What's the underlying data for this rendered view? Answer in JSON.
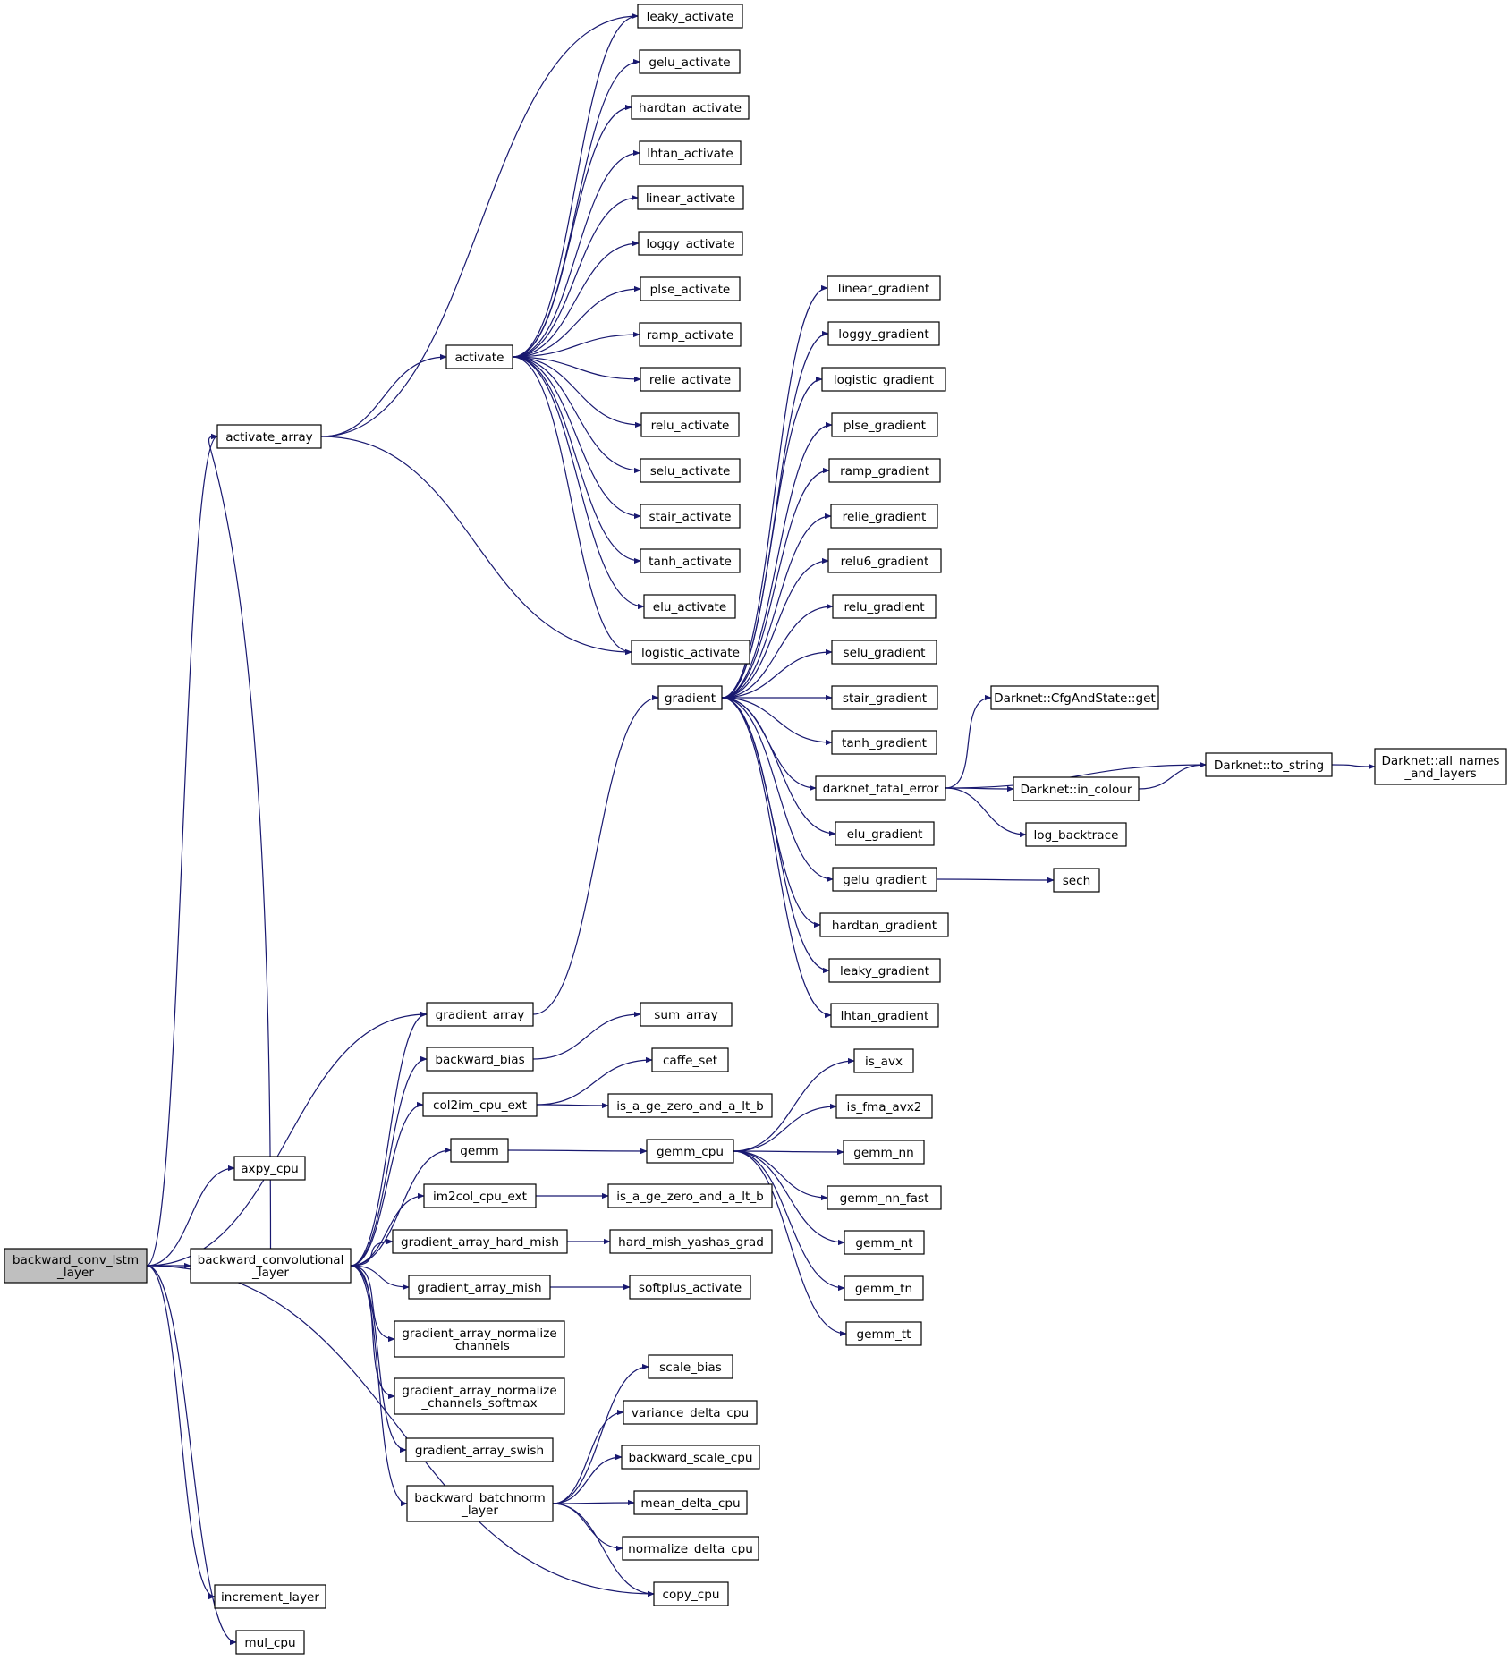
{
  "colors": {
    "edge": "#191970",
    "root_fill": "#bfbfbf",
    "node_fill": "#ffffff",
    "node_stroke": "#000000"
  },
  "root": "backward_conv_lstm_layer",
  "nodes": {
    "backward_conv_lstm_layer": [
      "backward_conv_lstm",
      "_layer"
    ],
    "activate_array": [
      "activate_array"
    ],
    "axpy_cpu": [
      "axpy_cpu"
    ],
    "backward_convolutional_layer": [
      "backward_convolutional",
      "_layer"
    ],
    "increment_layer": [
      "increment_layer"
    ],
    "mul_cpu": [
      "mul_cpu"
    ],
    "activate": [
      "activate"
    ],
    "gradient_array": [
      "gradient_array"
    ],
    "backward_bias": [
      "backward_bias"
    ],
    "col2im_cpu_ext": [
      "col2im_cpu_ext"
    ],
    "gemm": [
      "gemm"
    ],
    "im2col_cpu_ext": [
      "im2col_cpu_ext"
    ],
    "gradient_array_hard_mish": [
      "gradient_array_hard_mish"
    ],
    "gradient_array_mish": [
      "gradient_array_mish"
    ],
    "gradient_array_normalize_channels": [
      "gradient_array_normalize",
      "_channels"
    ],
    "gradient_array_normalize_channels_softmax": [
      "gradient_array_normalize",
      "_channels_softmax"
    ],
    "gradient_array_swish": [
      "gradient_array_swish"
    ],
    "backward_batchnorm_layer": [
      "backward_batchnorm",
      "_layer"
    ],
    "leaky_activate": [
      "leaky_activate"
    ],
    "gelu_activate": [
      "gelu_activate"
    ],
    "hardtan_activate": [
      "hardtan_activate"
    ],
    "lhtan_activate": [
      "lhtan_activate"
    ],
    "linear_activate": [
      "linear_activate"
    ],
    "loggy_activate": [
      "loggy_activate"
    ],
    "plse_activate": [
      "plse_activate"
    ],
    "ramp_activate": [
      "ramp_activate"
    ],
    "relie_activate": [
      "relie_activate"
    ],
    "relu_activate": [
      "relu_activate"
    ],
    "selu_activate": [
      "selu_activate"
    ],
    "stair_activate": [
      "stair_activate"
    ],
    "tanh_activate": [
      "tanh_activate"
    ],
    "elu_activate": [
      "elu_activate"
    ],
    "logistic_activate": [
      "logistic_activate"
    ],
    "gradient": [
      "gradient"
    ],
    "sum_array": [
      "sum_array"
    ],
    "caffe_set": [
      "caffe_set"
    ],
    "is_a_ge_zero_and_a_lt_b_1": [
      "is_a_ge_zero_and_a_lt_b"
    ],
    "gemm_cpu": [
      "gemm_cpu"
    ],
    "is_a_ge_zero_and_a_lt_b_2": [
      "is_a_ge_zero_and_a_lt_b"
    ],
    "hard_mish_yashas_grad": [
      "hard_mish_yashas_grad"
    ],
    "softplus_activate": [
      "softplus_activate"
    ],
    "scale_bias": [
      "scale_bias"
    ],
    "variance_delta_cpu": [
      "variance_delta_cpu"
    ],
    "backward_scale_cpu": [
      "backward_scale_cpu"
    ],
    "mean_delta_cpu": [
      "mean_delta_cpu"
    ],
    "normalize_delta_cpu": [
      "normalize_delta_cpu"
    ],
    "copy_cpu": [
      "copy_cpu"
    ],
    "linear_gradient": [
      "linear_gradient"
    ],
    "loggy_gradient": [
      "loggy_gradient"
    ],
    "logistic_gradient": [
      "logistic_gradient"
    ],
    "plse_gradient": [
      "plse_gradient"
    ],
    "ramp_gradient": [
      "ramp_gradient"
    ],
    "relie_gradient": [
      "relie_gradient"
    ],
    "relu6_gradient": [
      "relu6_gradient"
    ],
    "relu_gradient": [
      "relu_gradient"
    ],
    "selu_gradient": [
      "selu_gradient"
    ],
    "stair_gradient": [
      "stair_gradient"
    ],
    "tanh_gradient": [
      "tanh_gradient"
    ],
    "darknet_fatal_error": [
      "darknet_fatal_error"
    ],
    "elu_gradient": [
      "elu_gradient"
    ],
    "gelu_gradient": [
      "gelu_gradient"
    ],
    "hardtan_gradient": [
      "hardtan_gradient"
    ],
    "leaky_gradient": [
      "leaky_gradient"
    ],
    "lhtan_gradient": [
      "lhtan_gradient"
    ],
    "is_avx": [
      "is_avx"
    ],
    "is_fma_avx2": [
      "is_fma_avx2"
    ],
    "gemm_nn": [
      "gemm_nn"
    ],
    "gemm_nn_fast": [
      "gemm_nn_fast"
    ],
    "gemm_nt": [
      "gemm_nt"
    ],
    "gemm_tn": [
      "gemm_tn"
    ],
    "gemm_tt": [
      "gemm_tt"
    ],
    "cfg_get": [
      "Darknet::CfgAndState::get"
    ],
    "in_colour": [
      "Darknet::in_colour"
    ],
    "log_backtrace": [
      "log_backtrace"
    ],
    "to_string": [
      "Darknet::to_string"
    ],
    "sech": [
      "sech"
    ],
    "all_names_and_layers": [
      "Darknet::all_names",
      "_and_layers"
    ]
  },
  "edges": [
    [
      "backward_conv_lstm_layer",
      "activate_array"
    ],
    [
      "backward_conv_lstm_layer",
      "axpy_cpu"
    ],
    [
      "backward_conv_lstm_layer",
      "backward_convolutional_layer"
    ],
    [
      "backward_conv_lstm_layer",
      "gradient_array"
    ],
    [
      "backward_conv_lstm_layer",
      "copy_cpu"
    ],
    [
      "backward_conv_lstm_layer",
      "increment_layer"
    ],
    [
      "backward_conv_lstm_layer",
      "mul_cpu"
    ],
    [
      "activate_array",
      "activate"
    ],
    [
      "activate_array",
      "leaky_activate"
    ],
    [
      "activate_array",
      "logistic_activate"
    ],
    [
      "activate",
      "leaky_activate"
    ],
    [
      "activate",
      "gelu_activate"
    ],
    [
      "activate",
      "hardtan_activate"
    ],
    [
      "activate",
      "lhtan_activate"
    ],
    [
      "activate",
      "linear_activate"
    ],
    [
      "activate",
      "loggy_activate"
    ],
    [
      "activate",
      "plse_activate"
    ],
    [
      "activate",
      "ramp_activate"
    ],
    [
      "activate",
      "relie_activate"
    ],
    [
      "activate",
      "relu_activate"
    ],
    [
      "activate",
      "selu_activate"
    ],
    [
      "activate",
      "stair_activate"
    ],
    [
      "activate",
      "tanh_activate"
    ],
    [
      "activate",
      "elu_activate"
    ],
    [
      "activate",
      "logistic_activate"
    ],
    [
      "backward_convolutional_layer",
      "activate_array"
    ],
    [
      "backward_convolutional_layer",
      "gradient_array"
    ],
    [
      "backward_convolutional_layer",
      "backward_bias"
    ],
    [
      "backward_convolutional_layer",
      "col2im_cpu_ext"
    ],
    [
      "backward_convolutional_layer",
      "gemm"
    ],
    [
      "backward_convolutional_layer",
      "im2col_cpu_ext"
    ],
    [
      "backward_convolutional_layer",
      "gradient_array_hard_mish"
    ],
    [
      "backward_convolutional_layer",
      "gradient_array_mish"
    ],
    [
      "backward_convolutional_layer",
      "gradient_array_normalize_channels"
    ],
    [
      "backward_convolutional_layer",
      "gradient_array_normalize_channels_softmax"
    ],
    [
      "backward_convolutional_layer",
      "gradient_array_swish"
    ],
    [
      "backward_convolutional_layer",
      "backward_batchnorm_layer"
    ],
    [
      "gradient_array",
      "gradient"
    ],
    [
      "backward_bias",
      "sum_array"
    ],
    [
      "col2im_cpu_ext",
      "caffe_set"
    ],
    [
      "col2im_cpu_ext",
      "is_a_ge_zero_and_a_lt_b_1"
    ],
    [
      "gemm",
      "gemm_cpu"
    ],
    [
      "im2col_cpu_ext",
      "is_a_ge_zero_and_a_lt_b_2"
    ],
    [
      "gradient_array_hard_mish",
      "hard_mish_yashas_grad"
    ],
    [
      "gradient_array_mish",
      "softplus_activate"
    ],
    [
      "backward_batchnorm_layer",
      "scale_bias"
    ],
    [
      "backward_batchnorm_layer",
      "variance_delta_cpu"
    ],
    [
      "backward_batchnorm_layer",
      "backward_scale_cpu"
    ],
    [
      "backward_batchnorm_layer",
      "mean_delta_cpu"
    ],
    [
      "backward_batchnorm_layer",
      "normalize_delta_cpu"
    ],
    [
      "backward_batchnorm_layer",
      "copy_cpu"
    ],
    [
      "gradient",
      "linear_gradient"
    ],
    [
      "gradient",
      "loggy_gradient"
    ],
    [
      "gradient",
      "logistic_gradient"
    ],
    [
      "gradient",
      "plse_gradient"
    ],
    [
      "gradient",
      "ramp_gradient"
    ],
    [
      "gradient",
      "relie_gradient"
    ],
    [
      "gradient",
      "relu6_gradient"
    ],
    [
      "gradient",
      "relu_gradient"
    ],
    [
      "gradient",
      "selu_gradient"
    ],
    [
      "gradient",
      "stair_gradient"
    ],
    [
      "gradient",
      "tanh_gradient"
    ],
    [
      "gradient",
      "darknet_fatal_error"
    ],
    [
      "gradient",
      "elu_gradient"
    ],
    [
      "gradient",
      "gelu_gradient"
    ],
    [
      "gradient",
      "hardtan_gradient"
    ],
    [
      "gradient",
      "leaky_gradient"
    ],
    [
      "gradient",
      "lhtan_gradient"
    ],
    [
      "gemm_cpu",
      "is_avx"
    ],
    [
      "gemm_cpu",
      "is_fma_avx2"
    ],
    [
      "gemm_cpu",
      "gemm_nn"
    ],
    [
      "gemm_cpu",
      "gemm_nn_fast"
    ],
    [
      "gemm_cpu",
      "gemm_nt"
    ],
    [
      "gemm_cpu",
      "gemm_tn"
    ],
    [
      "gemm_cpu",
      "gemm_tt"
    ],
    [
      "darknet_fatal_error",
      "cfg_get"
    ],
    [
      "darknet_fatal_error",
      "in_colour"
    ],
    [
      "darknet_fatal_error",
      "log_backtrace"
    ],
    [
      "darknet_fatal_error",
      "to_string"
    ],
    [
      "in_colour",
      "to_string"
    ],
    [
      "gelu_gradient",
      "sech"
    ],
    [
      "to_string",
      "all_names_and_layers"
    ]
  ]
}
